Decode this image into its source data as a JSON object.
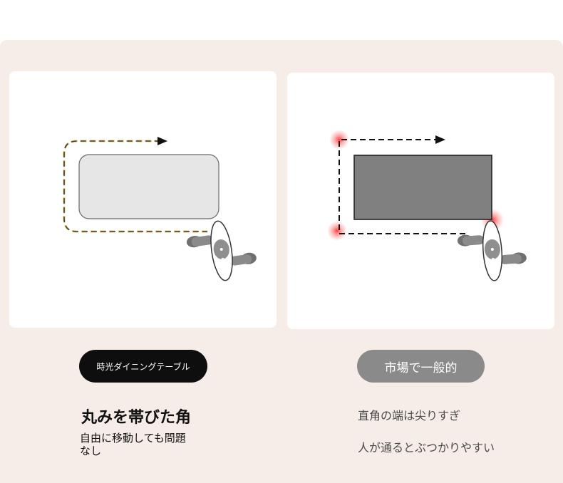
{
  "left": {
    "pill_label": "時光ダイニングテーブル",
    "title": "丸みを帯びた角",
    "desc_line1": "自由に移動しても問題",
    "desc_line2": "なし"
  },
  "right": {
    "pill_label": "市場で一般的",
    "line1": "直角の端は尖りすぎ",
    "line2": "人が通るとぶつかりやすい"
  },
  "colors": {
    "background": "#f7ede8",
    "rounded_table": "#e6e6e6",
    "square_table": "#808080",
    "path_left": "#e3c66b",
    "path_right": "#111111",
    "corner_highlight": "#ff3b3b"
  }
}
